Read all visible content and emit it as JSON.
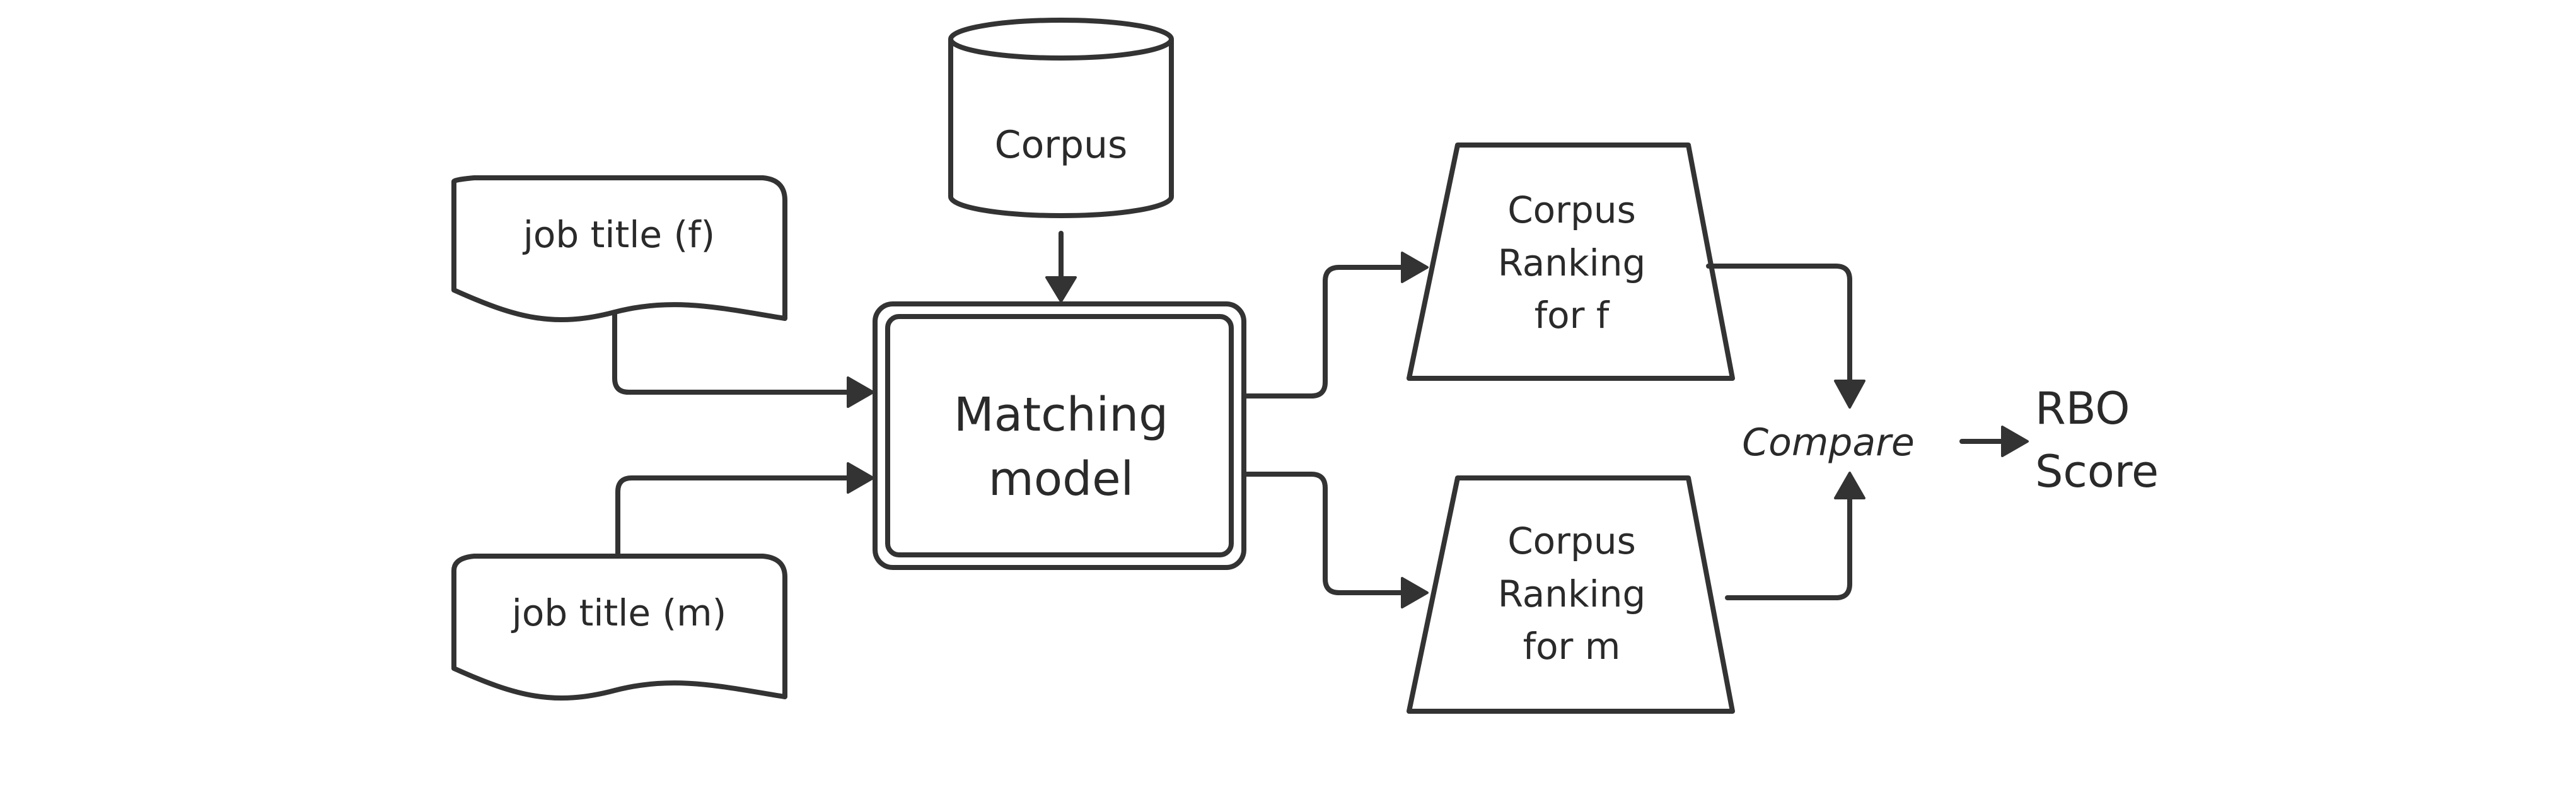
{
  "nodes": {
    "corpus": {
      "label": "Corpus"
    },
    "job_title_f": {
      "label": "job title (f)"
    },
    "job_title_m": {
      "label": "job title (m)"
    },
    "matching_model": {
      "lines": [
        "Matching",
        "model"
      ]
    },
    "ranking_f": {
      "lines": [
        "Corpus",
        "Ranking",
        "for f"
      ]
    },
    "ranking_m": {
      "lines": [
        "Corpus",
        "Ranking",
        "for m"
      ]
    },
    "compare": {
      "label": "Compare"
    },
    "rbo_score": {
      "lines": [
        "RBO",
        "Score"
      ]
    }
  },
  "edges": [
    {
      "from": "corpus",
      "to": "matching_model"
    },
    {
      "from": "job_title_f",
      "to": "matching_model"
    },
    {
      "from": "job_title_m",
      "to": "matching_model"
    },
    {
      "from": "matching_model",
      "to": "ranking_f"
    },
    {
      "from": "matching_model",
      "to": "ranking_m"
    },
    {
      "from": "ranking_f",
      "to": "compare"
    },
    {
      "from": "ranking_m",
      "to": "compare"
    },
    {
      "from": "compare",
      "to": "rbo_score"
    }
  ],
  "colors": {
    "stroke": "#333333",
    "text": "#2a2a2a",
    "background": "#ffffff"
  }
}
